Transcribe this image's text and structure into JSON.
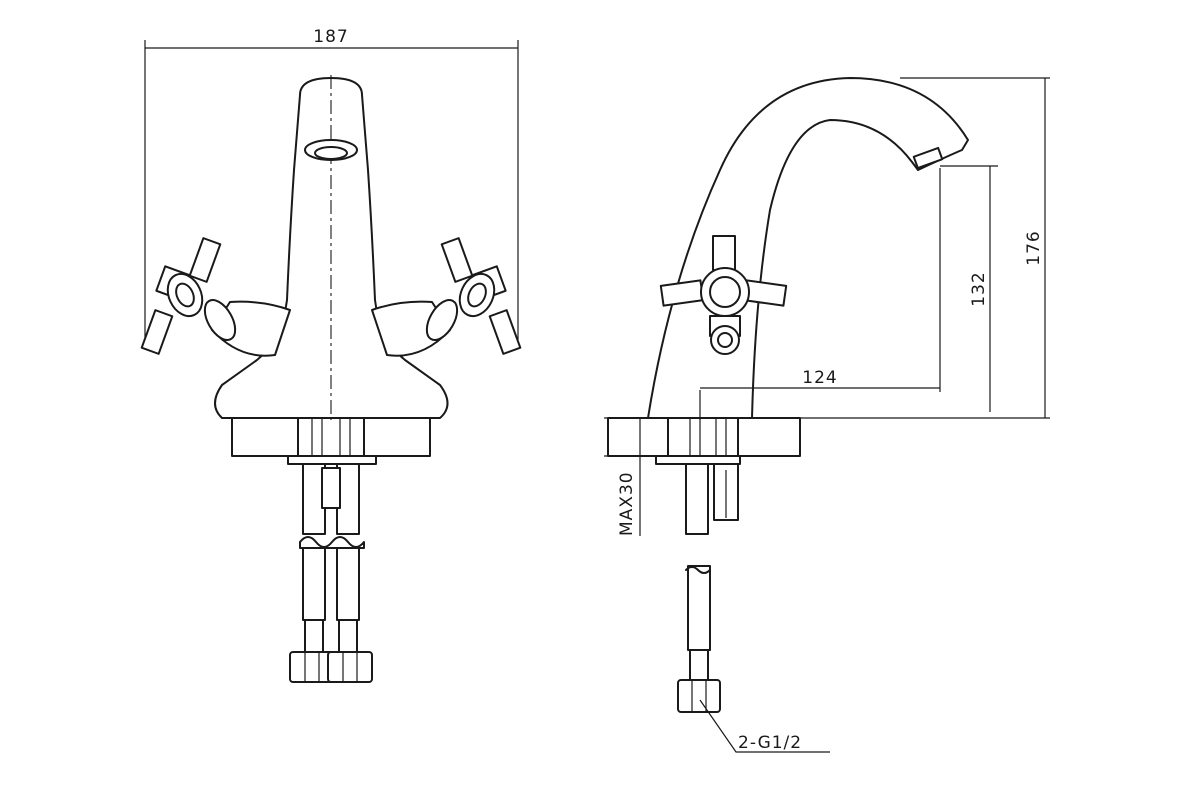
{
  "dimensions": {
    "overall_width": "187",
    "overall_height": "176",
    "spout_height": "132",
    "spout_reach": "124",
    "max_mount_thickness": "MAX30",
    "connection": "2-G1/2"
  },
  "colors": {
    "line": "#1a1a1a",
    "background": "#ffffff"
  }
}
